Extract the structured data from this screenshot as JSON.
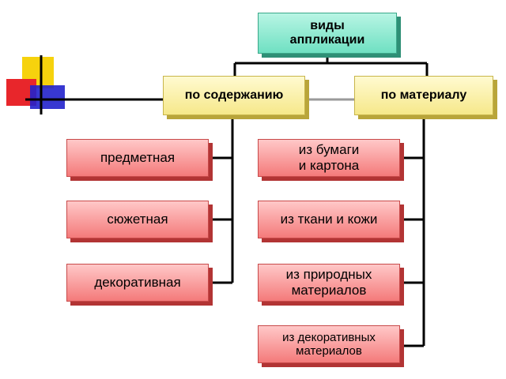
{
  "diagram": {
    "root": {
      "label": "виды аппликации"
    },
    "categories": [
      {
        "label": "по содержанию"
      },
      {
        "label": "по материалу"
      }
    ],
    "content_types": [
      {
        "label": "предметная"
      },
      {
        "label": "сюжетная"
      },
      {
        "label": "декоративная"
      }
    ],
    "material_types": [
      {
        "label": "из бумаги\nи картона"
      },
      {
        "label": "из ткани и кожи"
      },
      {
        "label": "из природных\nматериалов"
      },
      {
        "label": "из декоративных\nматериалов"
      }
    ]
  },
  "colors": {
    "root_fill": "#6fe0c2",
    "category_fill": "#f6e88a",
    "leaf_fill": "#f47a7a",
    "connector": "#000000",
    "logo_yellow": "#f5d000",
    "logo_red": "#e8262b",
    "logo_blue": "#2222cc"
  }
}
